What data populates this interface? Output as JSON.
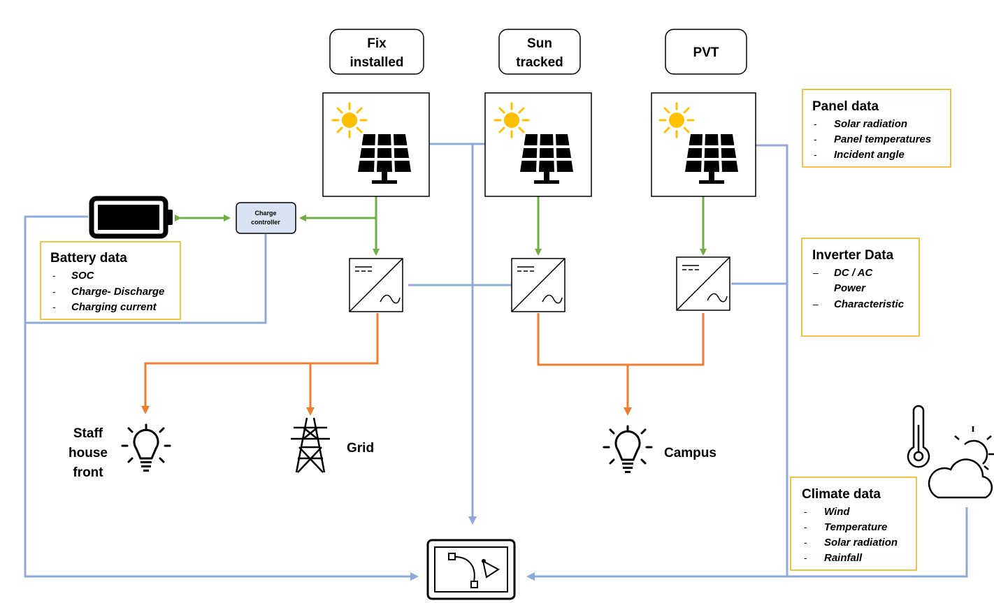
{
  "panel_types": {
    "fix": [
      "Fix",
      "installed"
    ],
    "sun": [
      "Sun",
      "tracked"
    ],
    "pvt": [
      "PVT"
    ]
  },
  "charge_controller": [
    "Charge",
    "controller"
  ],
  "panel_data": {
    "title": "Panel data",
    "items": [
      "Solar radiation",
      "Panel temperatures",
      "Incident angle"
    ]
  },
  "inverter_data": {
    "title": "Inverter Data",
    "items": [
      "DC / AC",
      "Power",
      "Characteristic"
    ]
  },
  "battery_data": {
    "title": "Battery data",
    "items": [
      "SOC",
      "Charge- Discharge",
      "Charging current"
    ]
  },
  "climate_data": {
    "title": "Climate data",
    "items": [
      "Wind",
      "Temperature",
      "Solar radiation",
      "Rainfall"
    ]
  },
  "loads": {
    "staff_house": [
      "Staff",
      "house",
      "front"
    ],
    "grid": "Grid",
    "campus": "Campus"
  },
  "colors": {
    "data_line": "#8eaadb",
    "dc_line": "#70ad47",
    "ac_line": "#ed7d31",
    "box_border": "#f5c242",
    "sun": "#ffc000",
    "controller_fill": "#dae3f3"
  },
  "icons": [
    "sun-icon",
    "solar-panel-icon",
    "inverter-icon",
    "battery-icon",
    "bulb-icon",
    "pylon-icon",
    "thermometer-icon",
    "cloud-sun-icon",
    "monitor-icon"
  ]
}
